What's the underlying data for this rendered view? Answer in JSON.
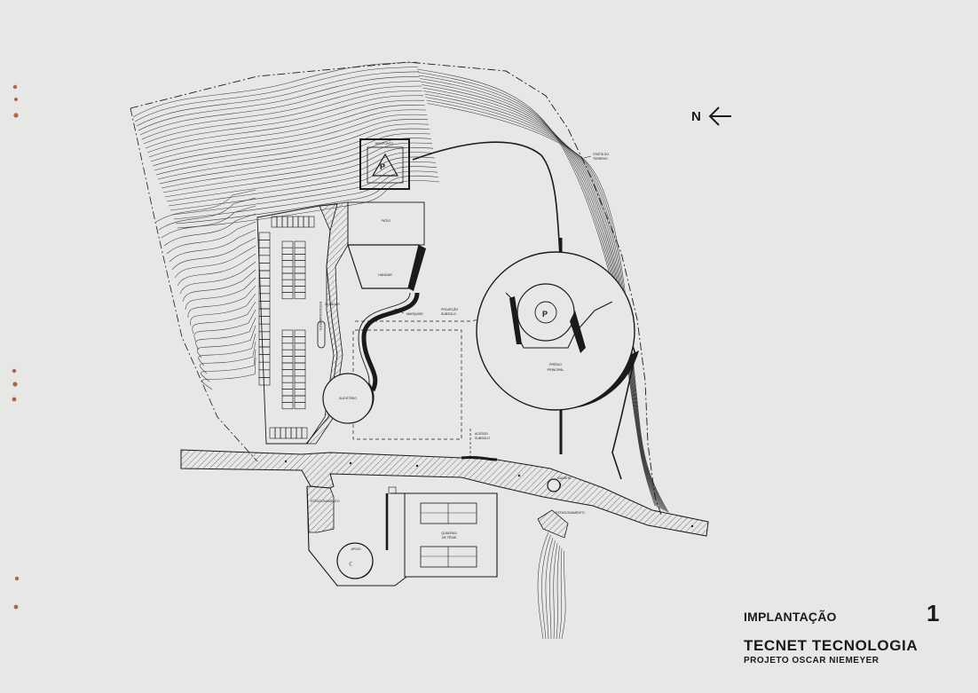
{
  "sheet": {
    "title": "IMPLANTAÇÃO",
    "sheet_number": "1",
    "company": "TECNET TECNOLOGIA",
    "project": "PROJETO OSCAR NIEMEYER",
    "north_label": "N"
  },
  "labels": {
    "heliponto": "HELIPONTO",
    "crista1": "CRISTA DO",
    "crista2": "TERRENO",
    "patio": "PATIO",
    "hangar": "HANGAR",
    "estac_vagas1": "ESTACIONAMENTO",
    "estac_vagas2": "24 VAGAS",
    "marquise": "MARQUISE",
    "projecao1": "PROJEÇÃO",
    "projecao2": "SUBSOLO",
    "predio1": "PRÉDIO",
    "predio2": "PRINCIPAL",
    "auditorio": "AUDITÓRIO",
    "acesso1": "ACESSO",
    "acesso2": "SUBSOLO",
    "guarita": "GUARITA",
    "estac_left": "ESTACIONAMENTO",
    "estac_right": "ESTACIONAMENTO",
    "quadras1": "QUADRAS",
    "quadras2": "DE TÊNIS",
    "apoio": "APOIO"
  },
  "colors": {
    "paper": "#e7e7e5",
    "ink": "#1a1a1a",
    "hatch": "#6a6a6a",
    "rust": "#a0522d"
  }
}
